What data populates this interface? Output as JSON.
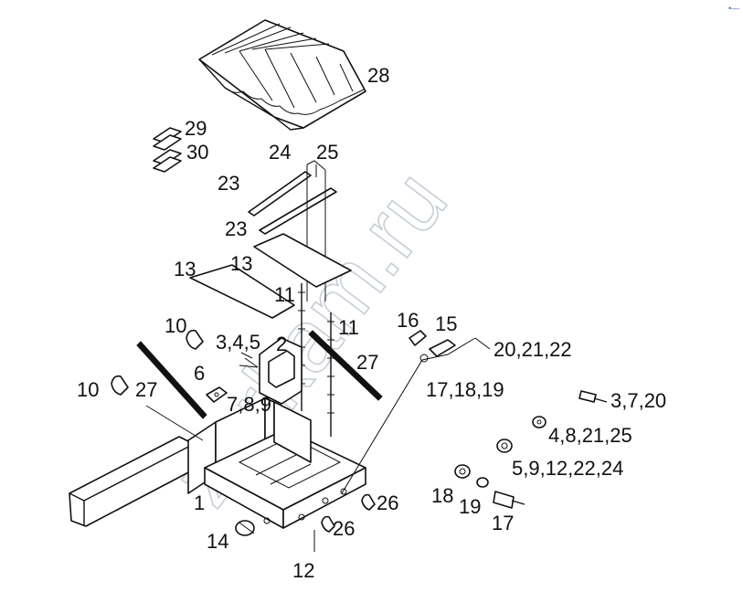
{
  "watermark": "zorkam.ru",
  "corner_mark": "•—",
  "callouts": {
    "c1": "1",
    "c2": "2",
    "c345": "3,4,5",
    "c6": "6",
    "c789": "7,8,9",
    "c10a": "10",
    "c10b": "10",
    "c11a": "11",
    "c11b": "11",
    "c12": "12",
    "c13a": "13",
    "c13b": "13",
    "c14": "14",
    "c15": "15",
    "c16": "16",
    "c17": "17",
    "c171819": "17,18,19",
    "c18": "18",
    "c19": "19",
    "c20212122": "20,21,22",
    "c23a": "23",
    "c23b": "23",
    "c24": "24",
    "c25": "25",
    "c26a": "26",
    "c26b": "26",
    "c27a": "27",
    "c27b": "27",
    "c28": "28",
    "c29": "29",
    "c30": "30",
    "c3720": "3,7,20",
    "c4821": "4,8,21,25",
    "c5912": "5,9,12,22,24"
  }
}
